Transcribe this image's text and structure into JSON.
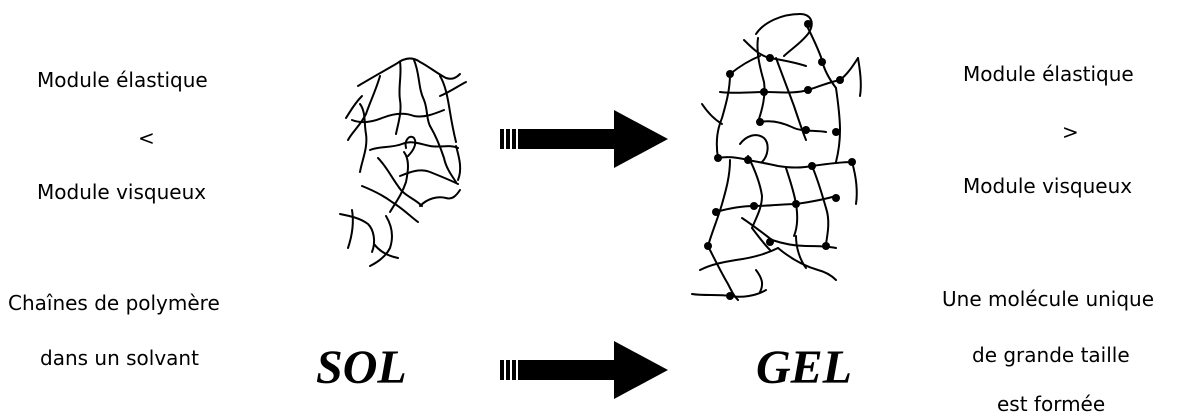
{
  "left_panel": {
    "modulus_elastic": "Module élastique",
    "comparator": "<",
    "modulus_viscous": "Module visqueux",
    "description_line1": "Chaînes de polymère",
    "description_line2": "dans un solvant"
  },
  "right_panel": {
    "modulus_elastic": "Module élastique",
    "comparator": ">",
    "modulus_viscous": "Module visqueux",
    "description_line1": "Une molécule unique",
    "description_line2": "de grande taille",
    "description_line3": "est formée"
  },
  "labels": {
    "sol": "SOL",
    "gel": "GEL"
  }
}
